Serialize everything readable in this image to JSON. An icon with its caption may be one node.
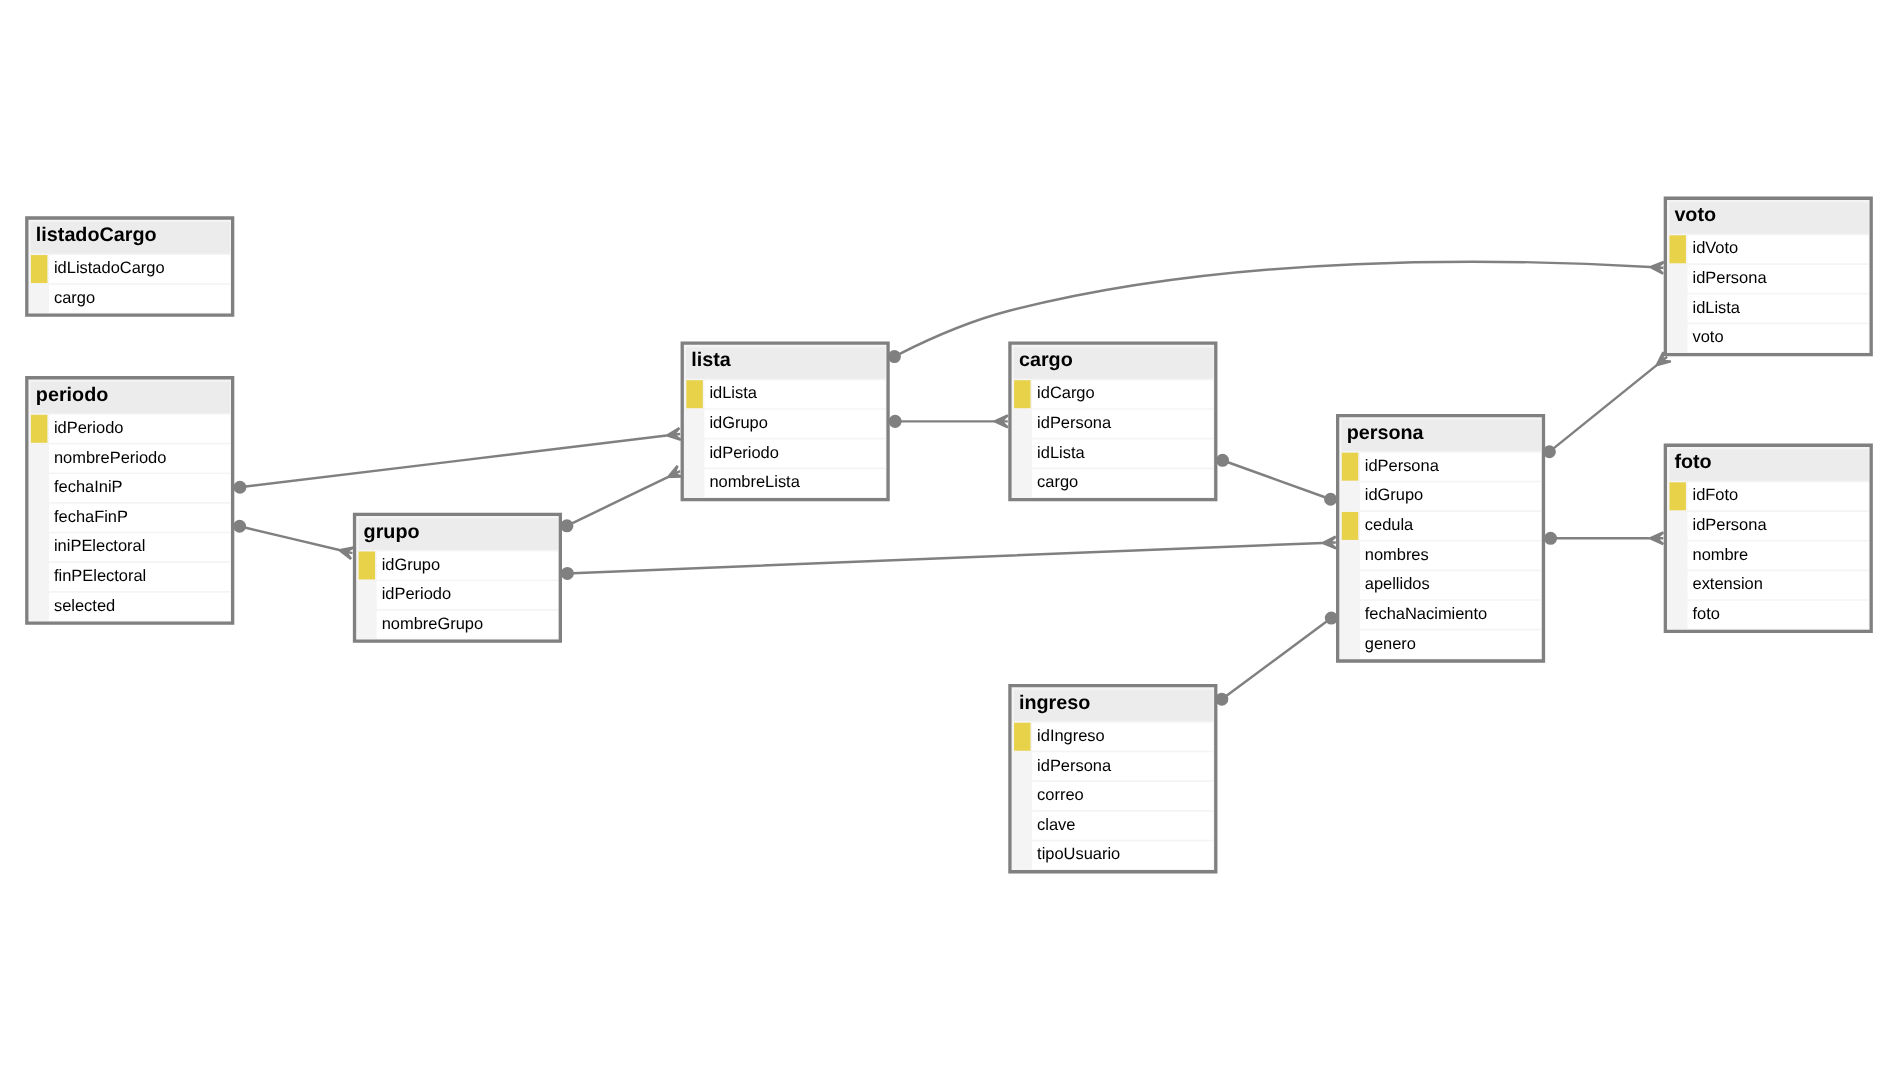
{
  "diagram": {
    "nodes": [
      {
        "text": [
          "lista",
          "idLista",
          "idGrupo",
          "idPeriodo",
          "nombreLista"
        ]
      },
      {
        "text": [
          "voto",
          "idVoto",
          "idPersona",
          "idLista",
          "voto"
        ]
      },
      {
        "text": [
          "periodo",
          "idPeriodo",
          "nombrePeriodo",
          "fechaIniP",
          "fechaFinP",
          "iniPElectoral",
          "finPElectoral",
          "selected"
        ]
      },
      {
        "text": [
          "cargo",
          "idCargo",
          "idPersona",
          "idLista",
          "cargo"
        ]
      },
      {
        "text": [
          "listadoCargo",
          "idListadoCargo",
          "cargo"
        ]
      },
      {
        "text": [
          "foto",
          "idFoto",
          "idPersona",
          "nombre",
          "extension",
          "foto"
        ]
      },
      {
        "text": [
          "persona",
          "idPersona",
          "idGrupo",
          "cedula",
          "nombres",
          "apellidos",
          "fechaNacimiento",
          "genero"
        ]
      },
      {
        "text": [
          "grupo",
          "idGrupo",
          "idPeriodo",
          "nombreGrupo"
        ]
      },
      {
        "text": [
          "ingreso",
          "idIngreso",
          "idPersona",
          "correo",
          "clave",
          "tipoUsuario"
        ]
      }
    ],
    "edges": [
      {
        "from": 2,
        "to": 0,
        "arrow": "other"
      },
      {
        "from": 7,
        "to": 0,
        "arrow": "other"
      },
      {
        "from": 0,
        "to": 3,
        "arrow": "other"
      },
      {
        "from": 0,
        "to": 1,
        "arrow": "other"
      },
      {
        "from": 2,
        "to": 7,
        "arrow": "other"
      },
      {
        "from": 7,
        "to": 6,
        "arrow": "other"
      },
      {
        "from": 3,
        "to": 6,
        "arrow": "other"
      },
      {
        "from": 6,
        "to": 1,
        "arrow": "other"
      },
      {
        "from": 6,
        "to": 5,
        "arrow": "other"
      },
      {
        "from": 8,
        "to": 6,
        "arrow": "other"
      }
    ]
  }
}
